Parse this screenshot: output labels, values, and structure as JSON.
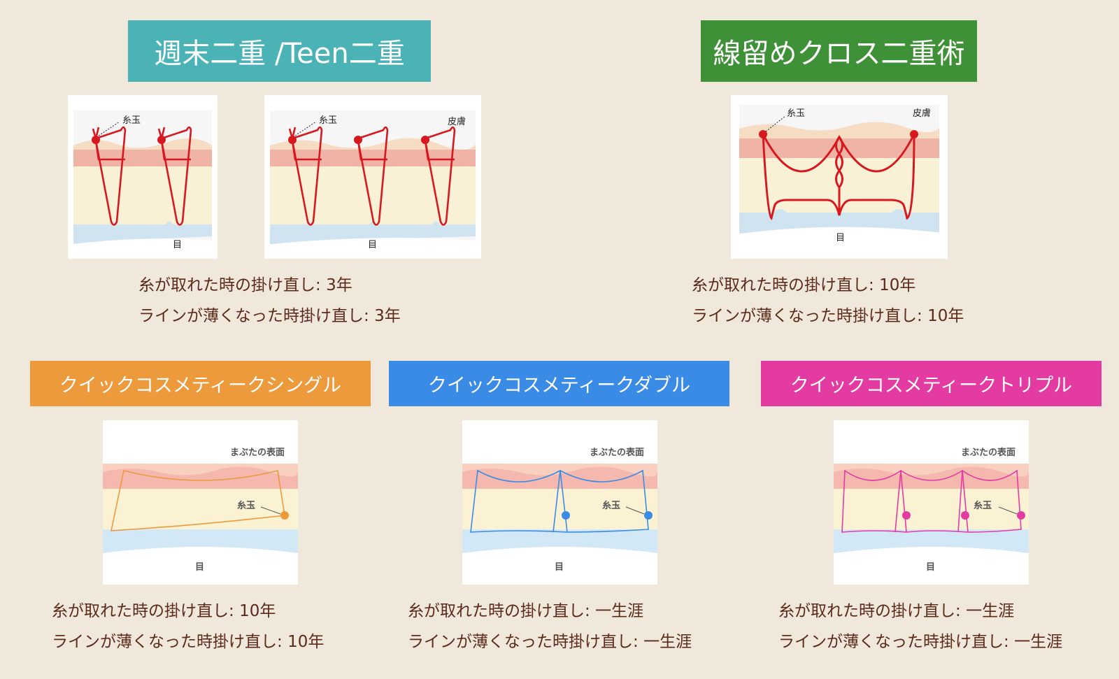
{
  "colors": {
    "background": "#f1e8dc",
    "teal": "#4bb3b5",
    "green": "#3f9138",
    "orange": "#ec9a3b",
    "blue": "#3a8be6",
    "pink": "#e43ba3",
    "thread_red": "#d7191f",
    "text_brown": "#5b2a1a"
  },
  "labels": {
    "knot": "糸玉",
    "skin": "皮膚",
    "eye": "目",
    "eyelid_surface": "まぶたの表面"
  },
  "methods": [
    {
      "title": "週末二重 /Teen二重",
      "line1_prefix": "糸が取れた時の掛け直し:",
      "line1_value": "3年",
      "line2_prefix": "ラインが薄くなった時掛け直し:",
      "line2_value": "3年"
    },
    {
      "title": "線留めクロス二重術",
      "line1_prefix": "糸が取れた時の掛け直し:",
      "line1_value": "10年",
      "line2_prefix": "ラインが薄くなった時掛け直し:",
      "line2_value": "10年"
    },
    {
      "title": "クイックコスメティークシングル",
      "line1_prefix": "糸が取れた時の掛け直し:",
      "line1_value": "10年",
      "line2_prefix": "ラインが薄くなった時掛け直し:",
      "line2_value": "10年"
    },
    {
      "title": "クイックコスメティークダブル",
      "line1_prefix": "糸が取れた時の掛け直し:",
      "line1_value": "一生涯",
      "line2_prefix": "ラインが薄くなった時掛け直し:",
      "line2_value": "一生涯"
    },
    {
      "title": "クイックコスメティークトリプル",
      "line1_prefix": "糸が取れた時の掛け直し:",
      "line1_value": "一生涯",
      "line2_prefix": "ラインが薄くなった時掛け直し:",
      "line2_value": "一生涯"
    }
  ]
}
